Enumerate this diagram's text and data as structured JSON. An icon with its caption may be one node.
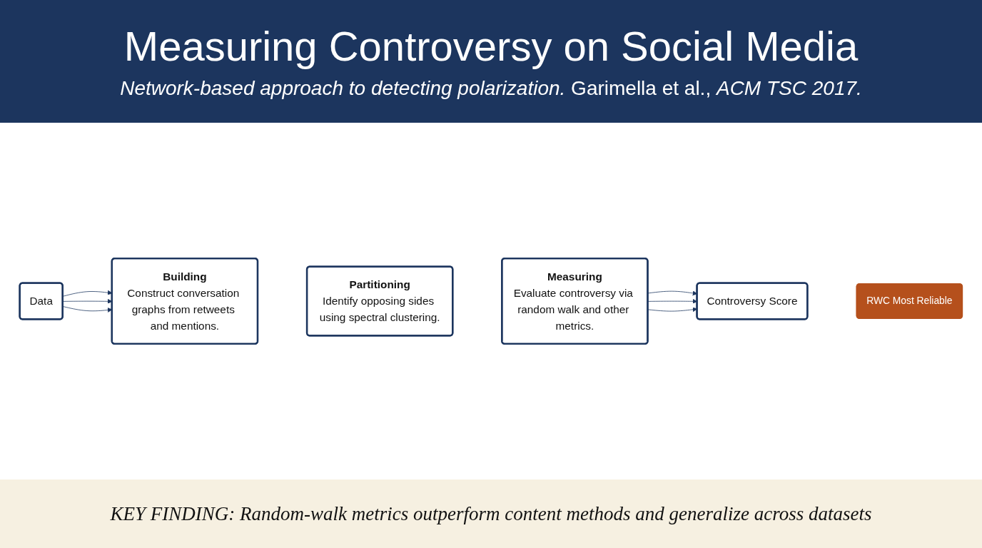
{
  "diagram": {
    "title": "Measuring Controversy on Social Media",
    "caption": "KEY FINDING: Random-walk metrics outperform content methods and generalize across datasets",
    "nodes": [
      {
        "text": [
          "Data"
        ]
      },
      {
        "text": [
          "Building",
          "Construct conversation graphs from retweets and mentions."
        ]
      },
      {
        "text": [
          "Partitioning",
          "Identify opposing sides using spectral clustering."
        ]
      },
      {
        "text": [
          "Measuring",
          "Evaluate controversy via random walk and other metrics."
        ]
      },
      {
        "text": [
          "Controversy Score"
        ]
      },
      {
        "text": [
          "RWC Most Reliable"
        ]
      }
    ],
    "edges": [
      {
        "from": 0,
        "to": 1,
        "arrow": "to"
      },
      {
        "from": 0,
        "to": 1,
        "arrow": "to"
      },
      {
        "from": 0,
        "to": 1,
        "arrow": "to"
      },
      {
        "from": 3,
        "to": 4,
        "arrow": "to"
      },
      {
        "from": 3,
        "to": 4,
        "arrow": "to"
      },
      {
        "from": 3,
        "to": 4,
        "arrow": "to"
      }
    ],
    "labels": [
      "*Network-based approach to detecting polarization.* Garimella et al., *ACM TSC 2017.*"
    ]
  }
}
